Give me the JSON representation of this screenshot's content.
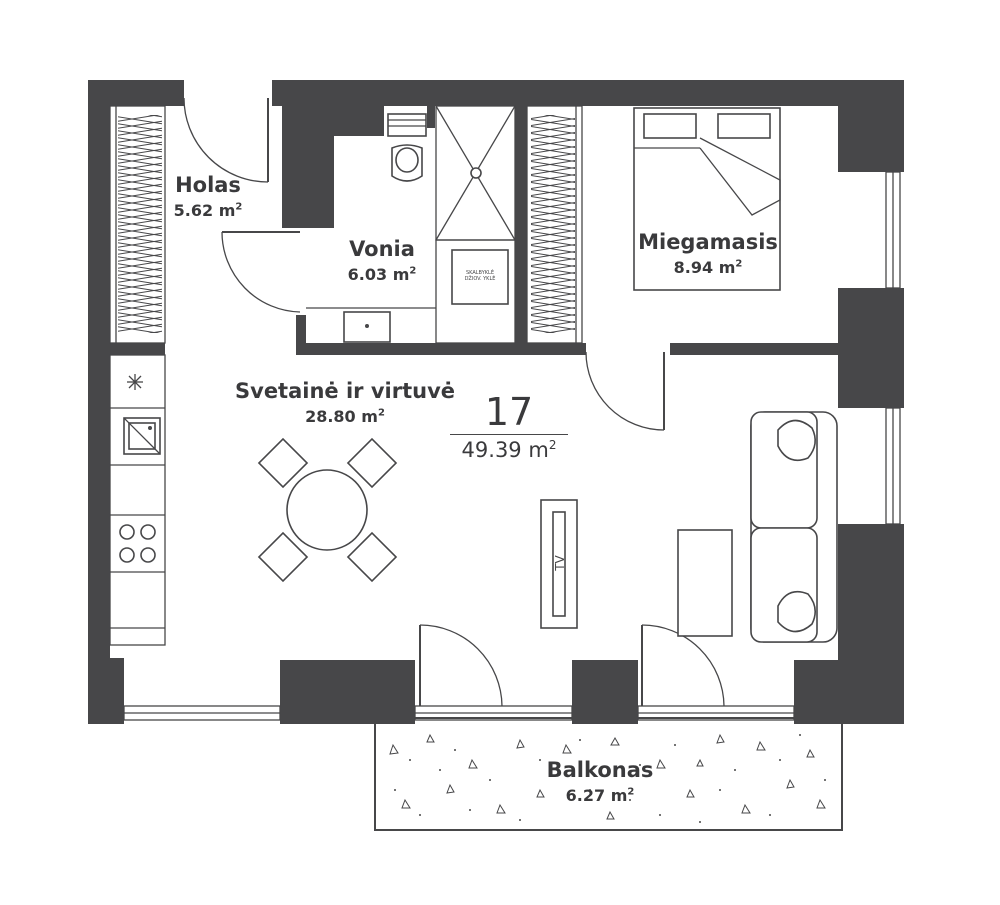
{
  "apartment": {
    "number": "17",
    "total_area_value": "49.39 m",
    "area_unit_exp": "2"
  },
  "rooms": {
    "hall": {
      "name": "Holas",
      "area": "5.62 m"
    },
    "bathroom": {
      "name": "Vonia",
      "area": "6.03 m"
    },
    "bedroom": {
      "name": "Miegamasis",
      "area": "8.94 m"
    },
    "living": {
      "name": "Svetainė ir virtuvė",
      "area": "28.80 m"
    },
    "balcony": {
      "name": "Balkonas",
      "area": "6.27 m"
    }
  },
  "appliances": {
    "washer_label_line1": "SKALBYKLĖ",
    "washer_label_line2": "DŽIOV. YKLĖ",
    "tv_label": "TV"
  },
  "colors": {
    "wall": "#474749",
    "text": "#3a3a3c",
    "background": "#ffffff"
  }
}
